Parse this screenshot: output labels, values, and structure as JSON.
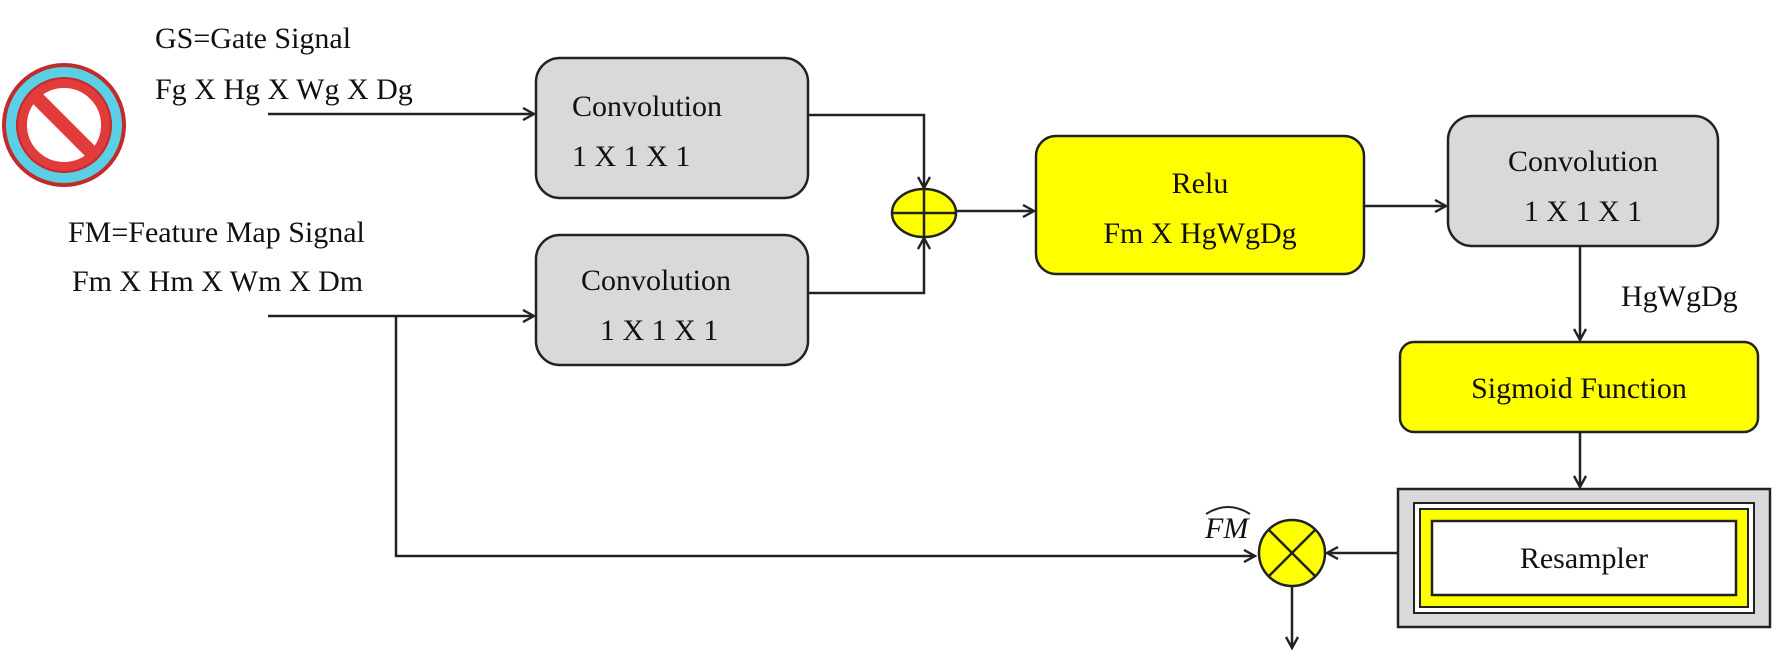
{
  "gate_signal": {
    "title": "GS=Gate Signal",
    "dims": "Fg X Hg X Wg X Dg"
  },
  "feature_map_signal": {
    "title": "FM=Feature Map Signal",
    "dims": "Fm X Hm X Wm X Dm"
  },
  "conv_gate": {
    "line1": "Convolution",
    "line2": "1 X 1 X 1"
  },
  "conv_feature": {
    "line1": "Convolution",
    "line2": "1 X 1 X 1"
  },
  "relu": {
    "line1": "Relu",
    "line2": "Fm X HgWgDg"
  },
  "conv_out": {
    "line1": "Convolution",
    "line2": "1 X 1 X 1"
  },
  "hgwgdg_label": "HgWgDg",
  "sigmoid": {
    "label": "Sigmoid Function"
  },
  "resampler": {
    "label": "Resampler"
  },
  "output_label": {
    "base": "FM"
  },
  "colors": {
    "gray_block": "#d9d9d9",
    "yellow_block": "#ffff00",
    "stop_icon_fill": "#5ad0e6",
    "stop_icon_ring": "#e23b3b",
    "stroke": "#222222"
  }
}
